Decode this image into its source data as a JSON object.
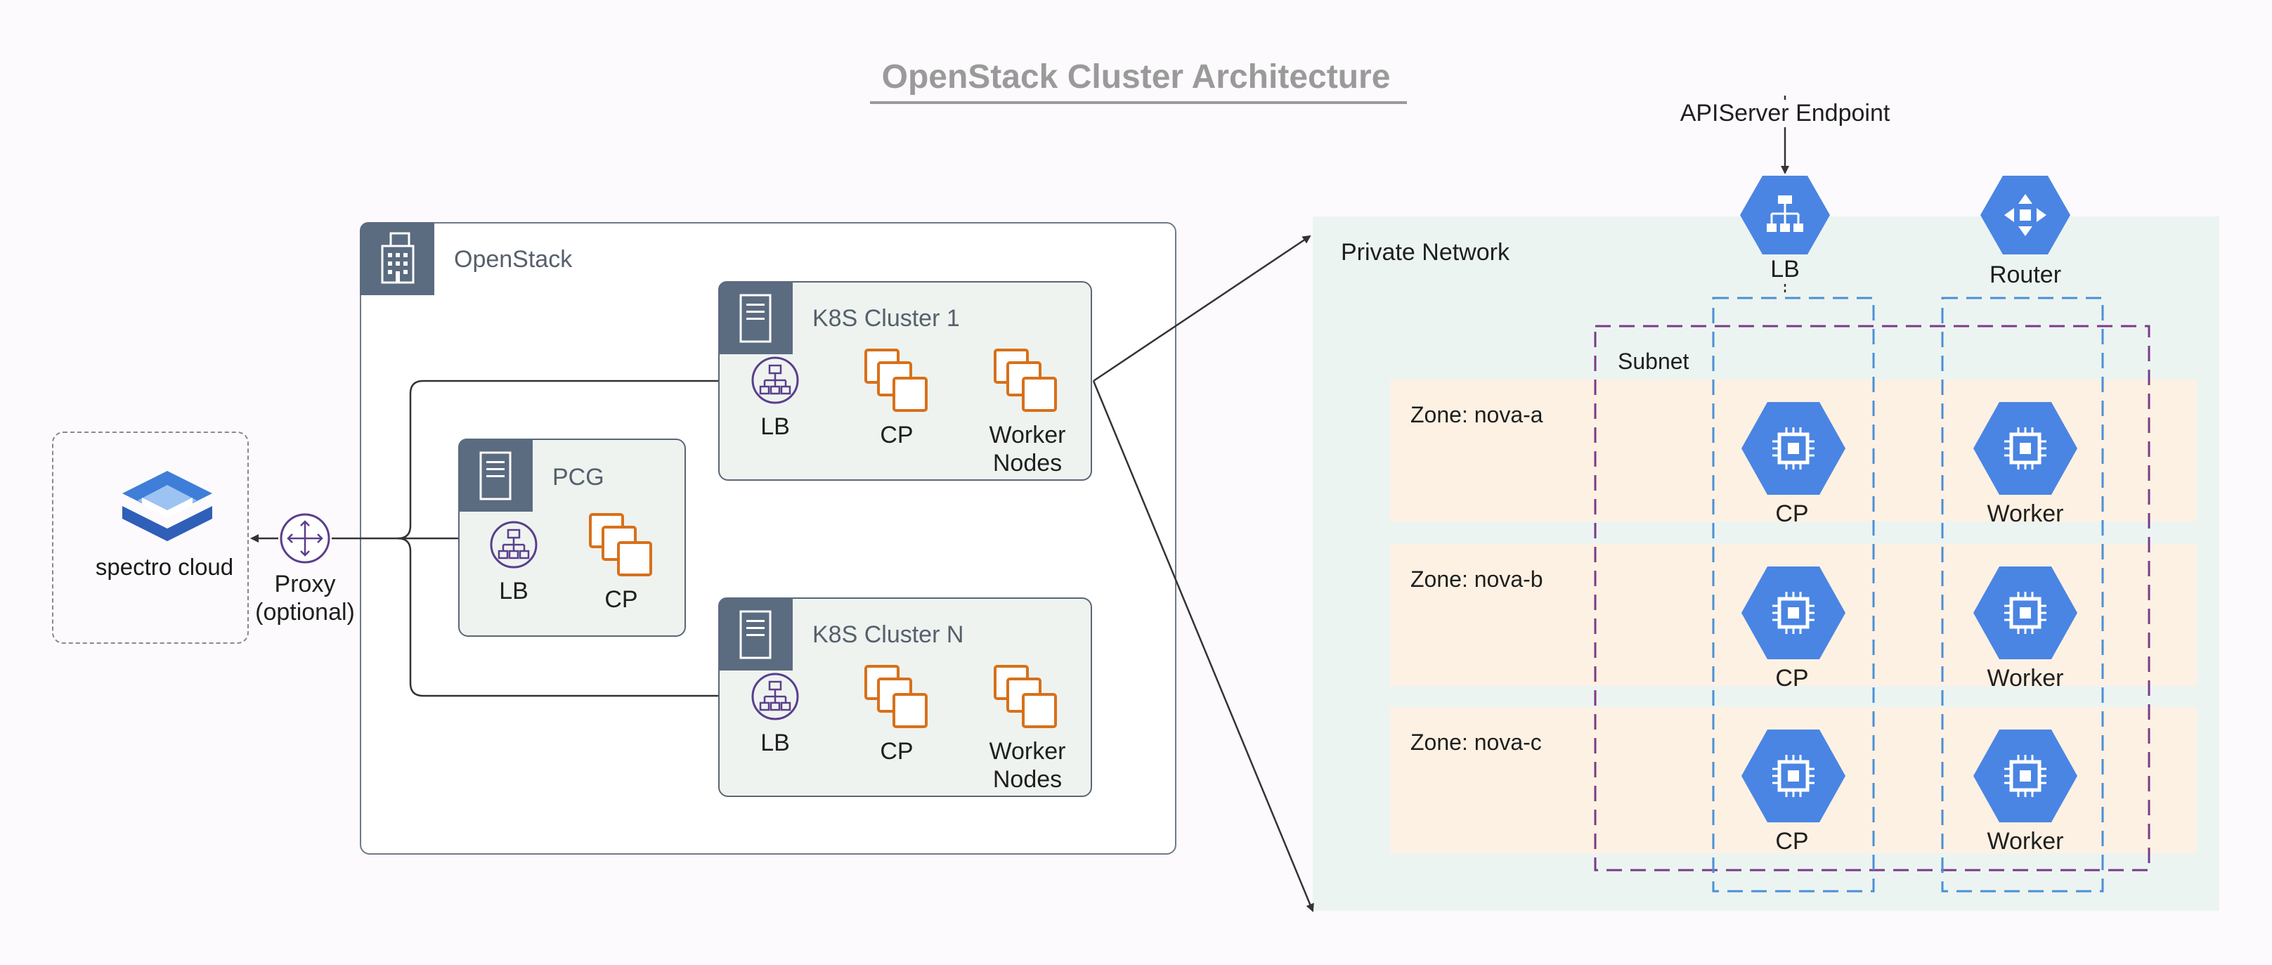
{
  "title": "OpenStack Cluster Architecture",
  "spectro": {
    "logo_text": "spectro cloud"
  },
  "proxy": {
    "label_line1": "Proxy",
    "label_line2": "(optional)"
  },
  "openstack": {
    "title": "OpenStack"
  },
  "pcg": {
    "title": "PCG",
    "lb_label": "LB",
    "cp_label": "CP"
  },
  "k8s1": {
    "title": "K8S Cluster 1",
    "lb_label": "LB",
    "cp_label": "CP",
    "worker_line1": "Worker",
    "worker_line2": "Nodes"
  },
  "k8sn": {
    "title": "K8S Cluster N",
    "lb_label": "LB",
    "cp_label": "CP",
    "worker_line1": "Worker",
    "worker_line2": "Nodes"
  },
  "private": {
    "title": "Private Network",
    "endpoint": "APIServer Endpoint",
    "lb_label": "LB",
    "router_label": "Router",
    "subnet_label": "Subnet",
    "zones": [
      {
        "name": "Zone: nova-a",
        "cp": "CP",
        "worker": "Worker"
      },
      {
        "name": "Zone: nova-b",
        "cp": "CP",
        "worker": "Worker"
      },
      {
        "name": "Zone: nova-c",
        "cp": "CP",
        "worker": "Worker"
      }
    ]
  },
  "colors": {
    "slate": "#5b6b80",
    "purple": "#5a3e8c",
    "orange": "#d8701a",
    "gcp_blue": "#4a85e3",
    "dash_blue": "#4a8fd6",
    "subnet_purple": "#7a3a88",
    "zone_fill": "#fdf1e3",
    "private_fill": "#ecf4f2"
  }
}
